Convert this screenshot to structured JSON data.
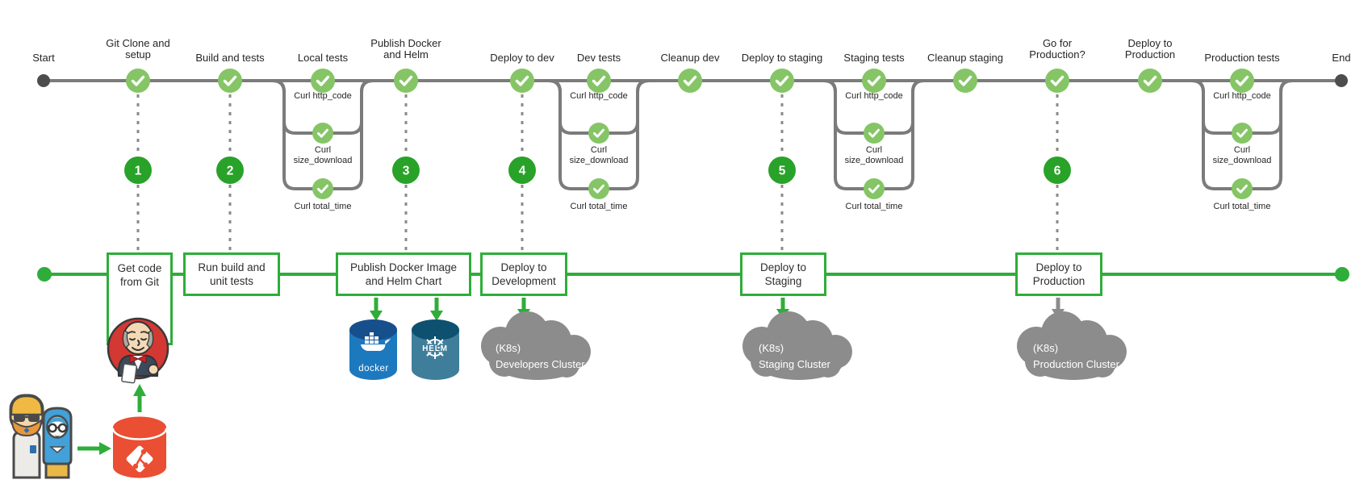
{
  "colors": {
    "accent_green": "#2FAD3A",
    "node_green": "#85C566",
    "number_green": "#28A228",
    "line_gray": "#7B7B7B",
    "dash_gray": "#8A8A8A",
    "cloud_gray": "#8C8C8C",
    "docker_blue": "#1D79BE",
    "docker_blue_dark": "#174F8C",
    "helm_teal": "#3F7E9B",
    "helm_teal_dark": "#0E5070",
    "git_red": "#EA4E33",
    "jenkins_red": "#D33833"
  },
  "timeline": {
    "start": "Start",
    "end": "End"
  },
  "stages": [
    {
      "label": "Git Clone and\nsetup"
    },
    {
      "label": "Build and tests"
    },
    {
      "label": "Local tests",
      "tests": [
        "Curl http_code",
        "Curl\nsize_download",
        "Curl total_time"
      ]
    },
    {
      "label": "Publish Docker\nand Helm"
    },
    {
      "label": "Deploy to dev"
    },
    {
      "label": "Dev tests",
      "tests": [
        "Curl http_code",
        "Curl\nsize_download",
        "Curl total_time"
      ]
    },
    {
      "label": "Cleanup dev"
    },
    {
      "label": "Deploy to staging"
    },
    {
      "label": "Staging tests",
      "tests": [
        "Curl http_code",
        "Curl\nsize_download",
        "Curl total_time"
      ]
    },
    {
      "label": "Cleanup staging"
    },
    {
      "label": "Go for\nProduction?"
    },
    {
      "label": "Deploy to\nProduction"
    },
    {
      "label": "Production tests",
      "tests": [
        "Curl http_code",
        "Curl\nsize_download",
        "Curl total_time"
      ]
    }
  ],
  "numbers": [
    "1",
    "2",
    "3",
    "4",
    "5",
    "6"
  ],
  "boxes": [
    {
      "label": "Get code\nfrom Git"
    },
    {
      "label": "Run build and\nunit tests"
    },
    {
      "label": "Publish Docker Image\nand Helm Chart"
    },
    {
      "label": "Deploy to\nDevelopment"
    },
    {
      "label": "Deploy to\nStaging"
    },
    {
      "label": "Deploy to\nProduction"
    }
  ],
  "clusters": [
    {
      "tag": "(K8s)",
      "name": "Developers Cluster"
    },
    {
      "tag": "(K8s)",
      "name": "Staging Cluster"
    },
    {
      "tag": "(K8s)",
      "name": "Production Cluster"
    }
  ],
  "artifacts": {
    "docker_label": "docker",
    "helm_label": "HELM"
  }
}
